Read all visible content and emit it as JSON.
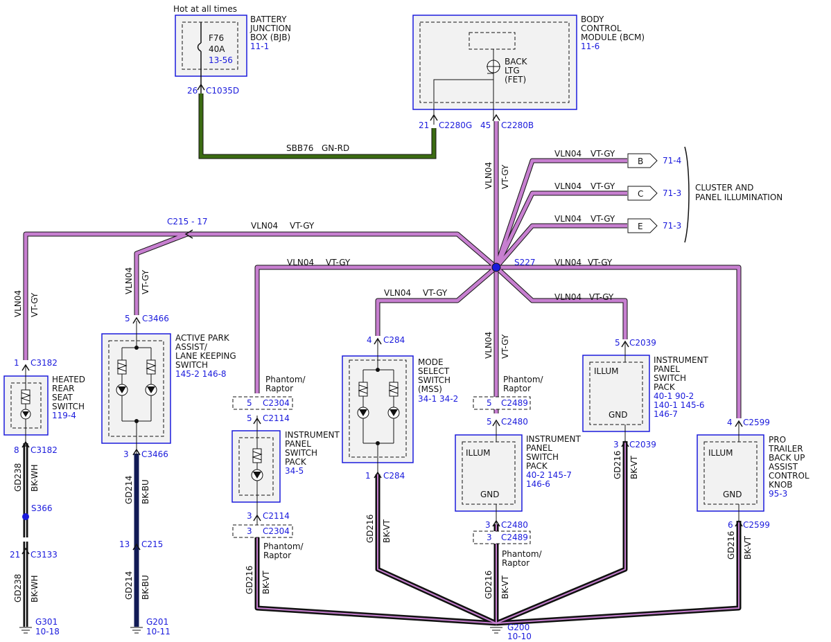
{
  "battery": {
    "hot": "Hot at all times",
    "t1": "BATTERY",
    "t2": "JUNCTION",
    "t3": "BOX (BJB)",
    "ref": "11-1",
    "fuse": "F76",
    "amp": "40A",
    "fuseref": "13-56",
    "pin": "26",
    "conn": "C1035D"
  },
  "bcm": {
    "t1": "BODY",
    "t2": "CONTROL",
    "t3": "MODULE (BCM)",
    "ref": "11-6",
    "back1": "BACK",
    "back2": "LTG",
    "back3": "(FET)",
    "pinA": "21",
    "connA": "C2280G",
    "pinB": "45",
    "connB": "C2280B"
  },
  "sbb": {
    "circuit": "SBB76",
    "color": "GN-RD"
  },
  "vln": {
    "circuit": "VLN04",
    "color": "VT-GY"
  },
  "cluster": {
    "t1": "CLUSTER AND",
    "t2": "PANEL ILLUMINATION",
    "b": "B",
    "bref": "71-4",
    "c": "C",
    "cref": "71-3",
    "e": "E",
    "eref": "71-3"
  },
  "splice": {
    "s227": "S227",
    "c215": "C215 - 17",
    "s366": "S366"
  },
  "heated": {
    "t1": "HEATED",
    "t2": "REAR",
    "t3": "SEAT",
    "t4": "SWITCH",
    "ref": "119-4",
    "pin1": "1",
    "conn1": "C3182",
    "pin8": "8",
    "conn8": "C3182",
    "pin21": "21",
    "conn21": "C3133",
    "g": "G301",
    "gref": "10-18",
    "gd": "GD238",
    "gcol": "BK-WH"
  },
  "apa": {
    "t1": "ACTIVE PARK",
    "t2": "ASSIST/",
    "t3": "LANE KEEPING",
    "t4": "SWITCH",
    "ref": "145-2  146-8",
    "pin5": "5",
    "conn5": "C3466",
    "pin3": "3",
    "conn3": "C3466",
    "pin13": "13",
    "conn13": "C215",
    "g": "G201",
    "gref": "10-11",
    "gd": "GD214",
    "gcol": "BK-BU"
  },
  "ipsp1": {
    "ph1": "Phantom/",
    "ph2": "Raptor",
    "pinA": "5",
    "connA": "C2304",
    "pinB": "5",
    "connB": "C2114",
    "t1": "INSTRUMENT",
    "t2": "PANEL",
    "t3": "SWITCH",
    "t4": "PACK",
    "ref": "34-5",
    "pinC": "3",
    "connC": "C2114",
    "pinD": "3",
    "connD": "C2304",
    "ph3": "Phantom/",
    "ph4": "Raptor",
    "gd": "GD216",
    "gcol": "BK-VT"
  },
  "mss": {
    "pin4": "4",
    "conn4": "C284",
    "t1": "MODE",
    "t2": "SELECT",
    "t3": "SWITCH",
    "t4": "(MSS)",
    "ref": "34-1   34-2",
    "pin1": "1",
    "conn1": "C284",
    "gd": "GD216",
    "gcol": "BK-VT"
  },
  "ipsp2": {
    "ph1": "Phantom/",
    "ph2": "Raptor",
    "pinA": "5",
    "connA": "C2489",
    "pinB": "5",
    "connB": "C2480",
    "t1": "INSTRUMENT",
    "t2": "PANEL",
    "t3": "SWITCH",
    "t4": "PACK",
    "ref1": "40-2   145-7",
    "ref2": "146-6",
    "illum": "ILLUM",
    "gnd": "GND",
    "pinC": "3",
    "connC": "C2480",
    "pinD": "3",
    "connD": "C2489",
    "ph3": "Phantom/",
    "ph4": "Raptor",
    "gd": "GD216",
    "gcol": "BK-VT"
  },
  "ipsp3": {
    "pin5": "5",
    "conn5": "C2039",
    "t1": "INSTRUMENT",
    "t2": "PANEL",
    "t3": "SWITCH",
    "t4": "PACK",
    "ref1": "40-1   90-2",
    "ref2": "140-1  145-6",
    "ref3": "146-7",
    "illum": "ILLUM",
    "gnd": "GND",
    "pin3": "3",
    "conn3": "C2039",
    "gd": "GD216",
    "gcol": "BK-VT"
  },
  "trailer": {
    "pin4": "4",
    "conn4": "C2599",
    "t1": "PRO",
    "t2": "TRAILER",
    "t3": "BACK UP",
    "t4": "ASSIST",
    "t5": "CONTROL",
    "t6": "KNOB",
    "ref": "95-3",
    "illum": "ILLUM",
    "gnd": "GND",
    "pin6": "6",
    "conn6": "C2599",
    "gd": "GD216",
    "gcol": "BK-VT"
  },
  "g200": {
    "name": "G200",
    "ref": "10-10"
  },
  "colors": {
    "violet": "#c77fd0",
    "green": "#3b6b12",
    "black": "#111111",
    "blue": "#1a1adc",
    "navy": "#111a55",
    "box": "#f2f2f2"
  }
}
